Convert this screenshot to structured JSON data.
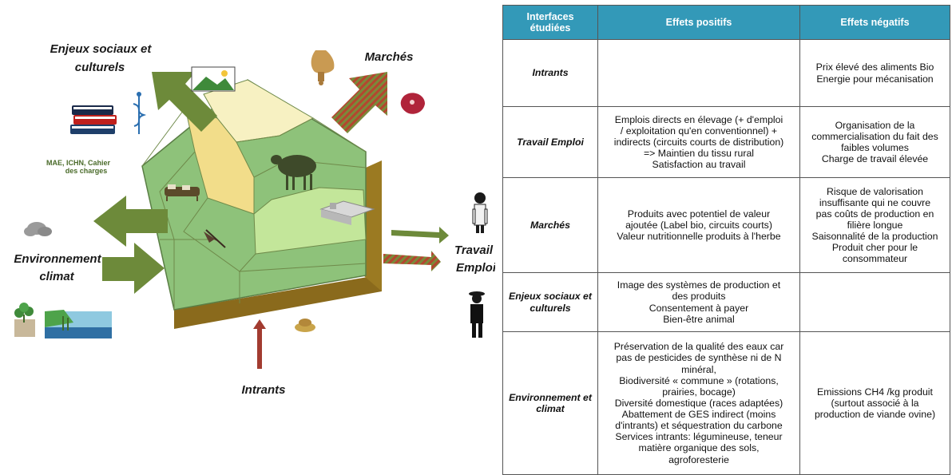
{
  "diagram": {
    "labels": {
      "enjeux": [
        "Enjeux sociaux et",
        "culturels"
      ],
      "marches": "Marchés",
      "environnement": [
        "Environnement",
        "climat"
      ],
      "travail": [
        "Travail",
        "Emploi"
      ],
      "intrants": "Intrants"
    },
    "books_caption": [
      "MAE, ICHN, Cahier",
      "des charges"
    ],
    "icons": [
      "books-icon",
      "caduceus-icon",
      "landscape-icon",
      "wheat-sack-icon",
      "meat-icon",
      "cloud-icon",
      "plant-icon",
      "wetland-icon",
      "worker-icon",
      "farmer-icon",
      "sheep-icon",
      "cattle-icon",
      "farm-building-icon",
      "bird-icon",
      "hay-icon"
    ],
    "colors": {
      "arrow_green": "#6d8a3a",
      "arrow_red": "#a23b30",
      "field_green": "#8ec27a",
      "field_yellow": "#f2dd8a",
      "field_cream": "#f7f1c2",
      "field_light_green": "#c3e69a",
      "base_shadow": "#8a6a1c"
    }
  },
  "table": {
    "headers": [
      "Interfaces étudiées",
      "Effets positifs",
      "Effets négatifs"
    ],
    "header_color": "#3399b8",
    "rows": [
      {
        "interface": "Intrants",
        "positifs": [],
        "negatifs": [
          "Prix élevé des aliments Bio",
          "Energie pour mécanisation"
        ]
      },
      {
        "interface": "Travail Emploi",
        "positifs": [
          "Emplois directs en élevage (+ d'emploi",
          "/ exploitation qu'en conventionnel) +",
          "indirects (circuits courts de distribution)",
          "=> Maintien du tissu rural",
          "Satisfaction au travail"
        ],
        "negatifs": [
          "Organisation de la",
          "commercialisation du fait des",
          "faibles volumes",
          "Charge de travail élevée"
        ]
      },
      {
        "interface": "Marchés",
        "positifs": [
          "Produits avec potentiel de valeur",
          "ajoutée (Label bio, circuits courts)",
          "Valeur nutritionnelle produits à l'herbe"
        ],
        "negatifs": [
          "Risque de valorisation",
          "insuffisante qui ne couvre",
          "pas coûts de production en",
          "filière longue",
          "Saisonnalité de la production",
          "Produit cher pour le",
          "consommateur"
        ]
      },
      {
        "interface": "Enjeux sociaux et culturels",
        "positifs": [
          "Image des systèmes de production et",
          "des produits",
          "Consentement à payer",
          "Bien-être animal"
        ],
        "negatifs": []
      },
      {
        "interface": "Environnement et climat",
        "positifs": [
          "Préservation de la qualité des eaux car",
          "pas de pesticides de synthèse ni de  N",
          "minéral,",
          "Biodiversité « commune » (rotations,",
          "prairies, bocage)",
          "Diversité domestique (races adaptées)",
          "Abattement de GES indirect (moins",
          "d'intrants) et séquestration du carbone",
          "Services intrants: légumineuse, teneur",
          "matière organique des sols,",
          "agroforesterie"
        ],
        "negatifs": [
          "Emissions CH4 /kg produit",
          "(surtout associé à la",
          "production de viande ovine)"
        ]
      }
    ]
  }
}
